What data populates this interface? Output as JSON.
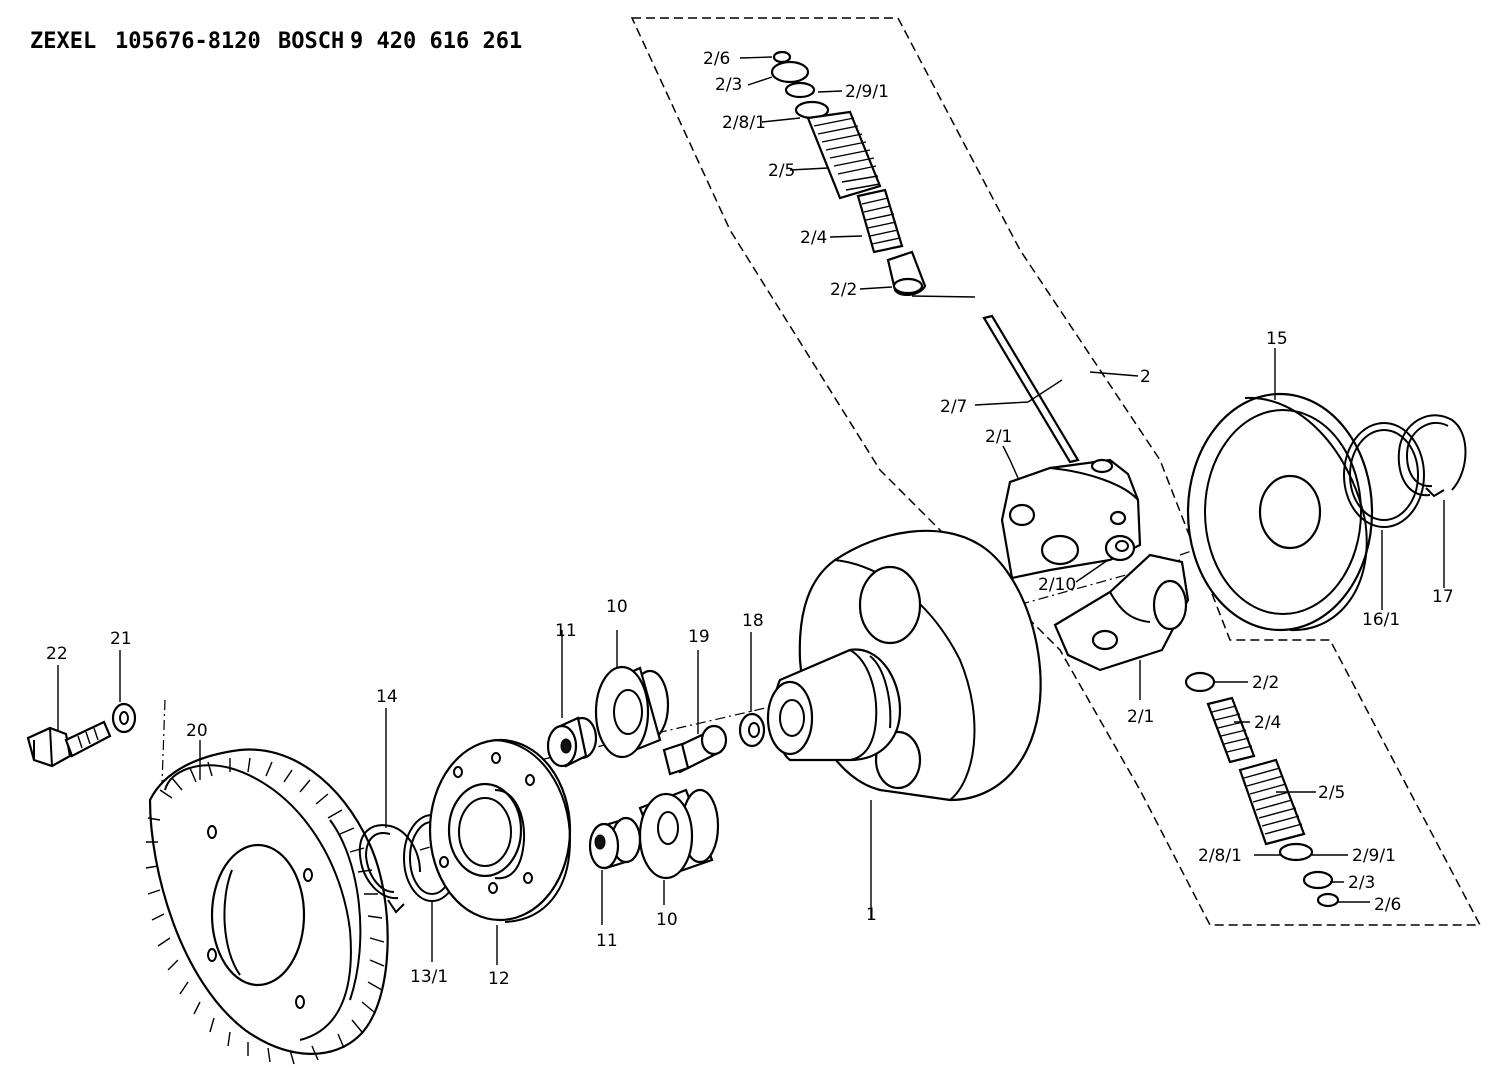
{
  "header": {
    "brand1": "ZEXEL",
    "part1": "105676-8120",
    "brand2": "BOSCH",
    "part2": "9 420 616 261"
  },
  "labels": {
    "p2_6_top": "2/6",
    "p2_3_top": "2/3",
    "p2_9_1_top": "2/9/1",
    "p2_8_1_top": "2/8/1",
    "p2_5_top": "2/5",
    "p2_4_top": "2/4",
    "p2_2_top": "2/2",
    "p2": "2",
    "p2_7": "2/7",
    "p2_1_top": "2/1",
    "p2_10": "2/10",
    "p15": "15",
    "p16_1": "16/1",
    "p17": "17",
    "p2_1_bot": "2/1",
    "p2_2_bot": "2/2",
    "p2_4_bot": "2/4",
    "p2_5_bot": "2/5",
    "p2_8_1_bot": "2/8/1",
    "p2_9_1_bot": "2/9/1",
    "p2_3_bot": "2/3",
    "p2_6_bot": "2/6",
    "p1": "1",
    "p10_top": "10",
    "p11_top": "11",
    "p19": "19",
    "p18": "18",
    "p10_bot": "10",
    "p11_bot": "11",
    "p12": "12",
    "p13_1": "13/1",
    "p14": "14",
    "p20": "20",
    "p21": "21",
    "p22": "22"
  }
}
